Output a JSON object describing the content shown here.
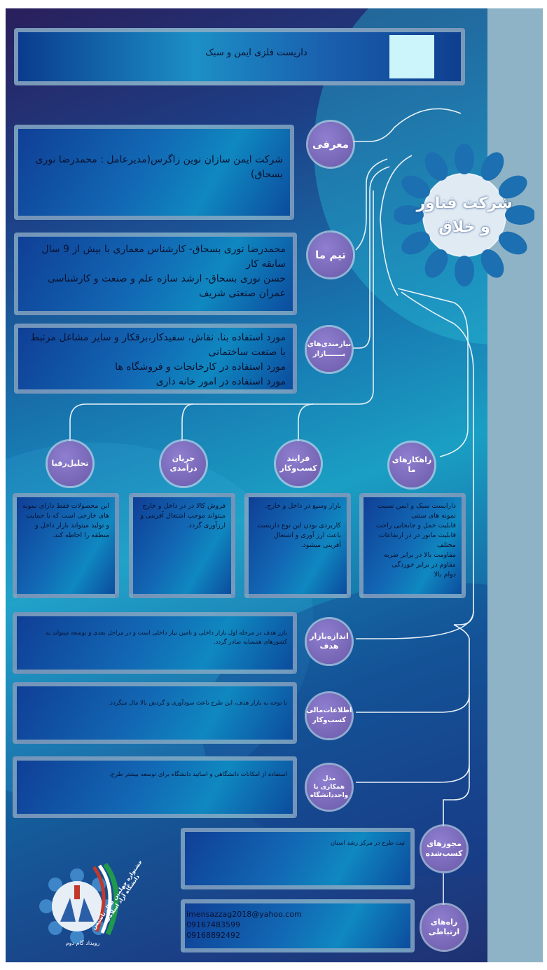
{
  "title": "داریست فلزی ایمن و سبک",
  "company_logo": {
    "line1": "شرکت فناور",
    "line2": "و خلاق"
  },
  "sections": {
    "intro": {
      "label": "معرفی",
      "text": "شرکت ایمن سازان نوین زاگرس(مدیرعامل : محمدرضا نوری بسحاق)"
    },
    "team": {
      "label": "تیم ما",
      "lines": [
        "محمدرضا نوری بسحاق- کارشناس معماری با بیش از 9 سال سابقه کار",
        "حسن نوری بسحاق- ارشد سازه علم و صنعت و کارشناسی عمران صنعتی شریف"
      ]
    },
    "market_needs": {
      "label_line1": "نیازمندی‌های",
      "label_line2": "بـــــــازار",
      "lines": [
        "مورد استفاده بنا، نقاش، سفیدکار،برقکار و سایر مشاغل مرتبط با صنعت ساختمانی",
        "مورد استفاده در کارخانجات و فروشگاه ها",
        "مورد استفاده در امور خانه داری"
      ]
    },
    "solutions": {
      "label_line1": "راهکارهای",
      "label_line2": "ما",
      "lines": [
        "دارایست سبک و ایمن نسبت نمونه های سنتی",
        "قابلیت حمل و جابجایی راحت",
        "قابلیت مانور در در ارتفاعات مختلف",
        "مقاومت بالا در برابر ضربه",
        "مقاوم در برابر خوردگی",
        "دوام بالا"
      ]
    },
    "business_process": {
      "label_line1": "فرایند",
      "label_line2": "کسب‌وکار",
      "lines": [
        "بازار وسیع در داخل و خارج.",
        "",
        "کاربردی بودن این نوع داریست باعث ارز آوری و اشتغال آفرینی میشود."
      ]
    },
    "revenue": {
      "label_line1": "جریان",
      "label_line2": "درآمدی",
      "text": "فروش کالا در در داخل و خارج میتواند موجب اشتغال آفرینی و ارزآوری گردد."
    },
    "competitors": {
      "label": "تحلیل‌رقبا",
      "text": "این محصولات فقط دارای نمونه های خارجی است که با حمایت و تولید میتواند بازار داخل و منطقه را احاطه کند."
    },
    "target_market": {
      "label_line1": "اندازه‌بازار",
      "label_line2": "هدف",
      "text": "بازر هدف در مرحله اول بازار داخلی و تامین نیاز داخلی است و در مراحل بعدی و توسعه میتواند به کشورهای همسایه صادر گردد."
    },
    "financial": {
      "label_line1": "اطلاعات‌مالی",
      "label_line2": "کسب‌وکار",
      "text": "با توجه به بازار هدف، این طرح باعث سودآوری و گردش بالا مال میگردد."
    },
    "cooperation": {
      "label_line1": "مدل",
      "label_line2": "همکاری با",
      "label_line3": "واحد‌دانشگاه",
      "text": "استفاده از امکانات دانشگاهی و اساتید دانشگاه برای توسعه بیشتر طرح."
    },
    "licenses": {
      "label_line1": "مجوزهای",
      "label_line2": "کسب‌شده",
      "text": "ثبت طرح در مرکز رشد استان"
    },
    "contact": {
      "label_line1": "راه‌های",
      "label_line2": "ارتباطی",
      "email": "imensazzag2018@yahoo.com",
      "phone1": "09167483599",
      "phone2": "09168892492"
    }
  },
  "emblem": {
    "caption": "جشنواره چهلمین سال تاسیس دانشگاه آزاد اسلامی",
    "slogan": "رویداد گام دوم"
  },
  "colors": {
    "circle": "#7a68b8",
    "box_border": "#96afc3",
    "line": "#e6eef5"
  }
}
